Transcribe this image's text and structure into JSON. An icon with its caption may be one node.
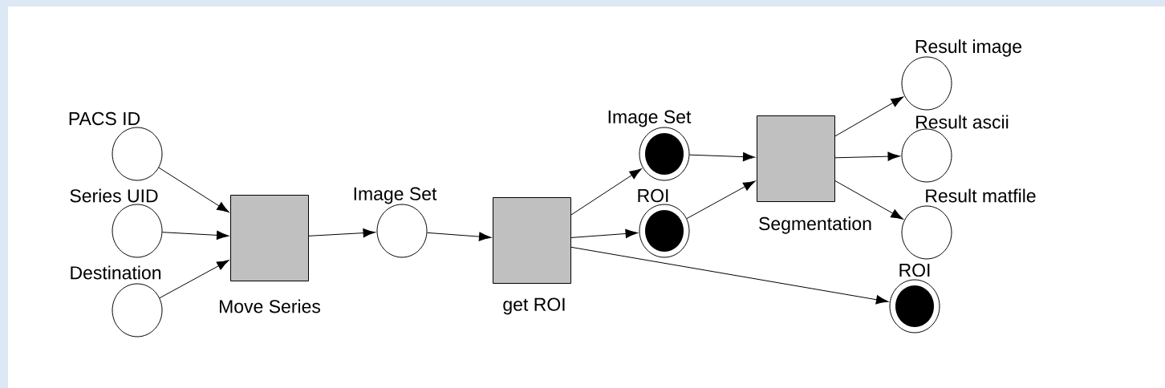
{
  "diagram": {
    "nodes": [
      {
        "text": [
          "PACS ID"
        ]
      },
      {
        "text": [
          "Series UID"
        ]
      },
      {
        "text": [
          "Destination"
        ]
      },
      {
        "text": [
          "Move Series"
        ]
      },
      {
        "text": [
          "Image Set"
        ]
      },
      {
        "text": [
          "get ROI"
        ]
      },
      {
        "text": [
          "Image Set"
        ]
      },
      {
        "text": [
          "ROI"
        ]
      },
      {
        "text": [
          "Segmentation"
        ]
      },
      {
        "text": [
          "Result image"
        ]
      },
      {
        "text": [
          "Result ascii"
        ]
      },
      {
        "text": [
          "Result matfile"
        ]
      },
      {
        "text": [
          "ROI"
        ]
      }
    ],
    "edges": [
      {
        "from": 0,
        "to": 3,
        "arrow": "to"
      },
      {
        "from": 1,
        "to": 3,
        "arrow": "to"
      },
      {
        "from": 2,
        "to": 3,
        "arrow": "to"
      },
      {
        "from": 3,
        "to": 4,
        "arrow": "to"
      },
      {
        "from": 4,
        "to": 5,
        "arrow": "to"
      },
      {
        "from": 5,
        "to": 6,
        "arrow": "to"
      },
      {
        "from": 5,
        "to": 7,
        "arrow": "to"
      },
      {
        "from": 5,
        "to": 12,
        "arrow": "to"
      },
      {
        "from": 6,
        "to": 8,
        "arrow": "to"
      },
      {
        "from": 7,
        "to": 8,
        "arrow": "to"
      },
      {
        "from": 8,
        "to": 9,
        "arrow": "to"
      },
      {
        "from": 8,
        "to": 10,
        "arrow": "to"
      },
      {
        "from": 8,
        "to": 11,
        "arrow": "to"
      }
    ]
  }
}
